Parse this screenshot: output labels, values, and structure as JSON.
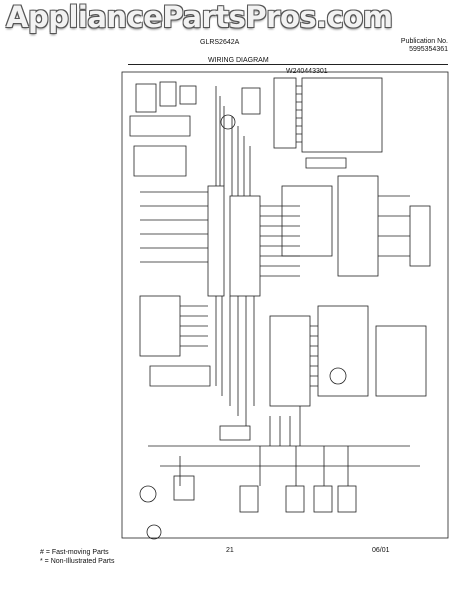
{
  "watermark": "AppliancePartsPros.com",
  "header": {
    "model": "GLRS2642A",
    "publication_label": "Publication No.",
    "publication_number": "5995354361",
    "diagram_title": "WIRING DIAGRAM",
    "part_number": "W240443301"
  },
  "footer": {
    "fast_moving": "# = Fast-moving Parts",
    "non_illustrated": "* = Non-Illustrated Parts",
    "page_number": "21",
    "date": "06/01"
  }
}
